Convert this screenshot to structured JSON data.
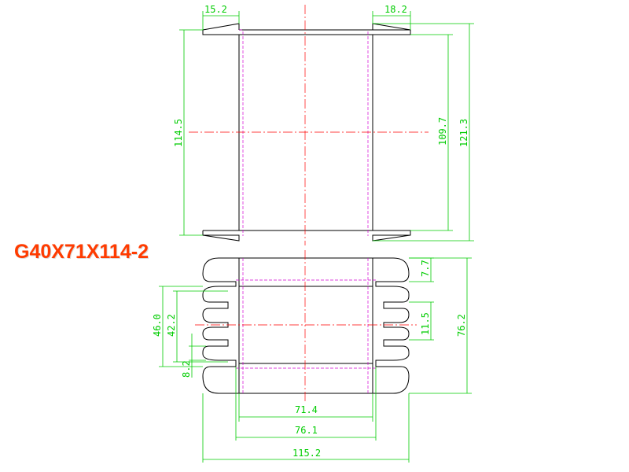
{
  "title": "G40X71X114-2",
  "colors": {
    "title": "#ff3b00",
    "dimension": "#00cc00",
    "outline": "#000000",
    "centerline": "#ff0000",
    "hidden_line": "#d400d4"
  },
  "dimensions": {
    "top_left_flange": "15.2",
    "top_right_flange": "18.2",
    "inner_height": "114.5",
    "window_height": "109.7",
    "overall_height": "121.3",
    "slot_top": "7.7",
    "width_46": "46.0",
    "width_42": "42.2",
    "slot_gap": "11.5",
    "bottom_height": "76.2",
    "slot_small": "8.2",
    "core_width": "71.4",
    "core_outer_width": "76.1",
    "overall_width": "115.2"
  }
}
